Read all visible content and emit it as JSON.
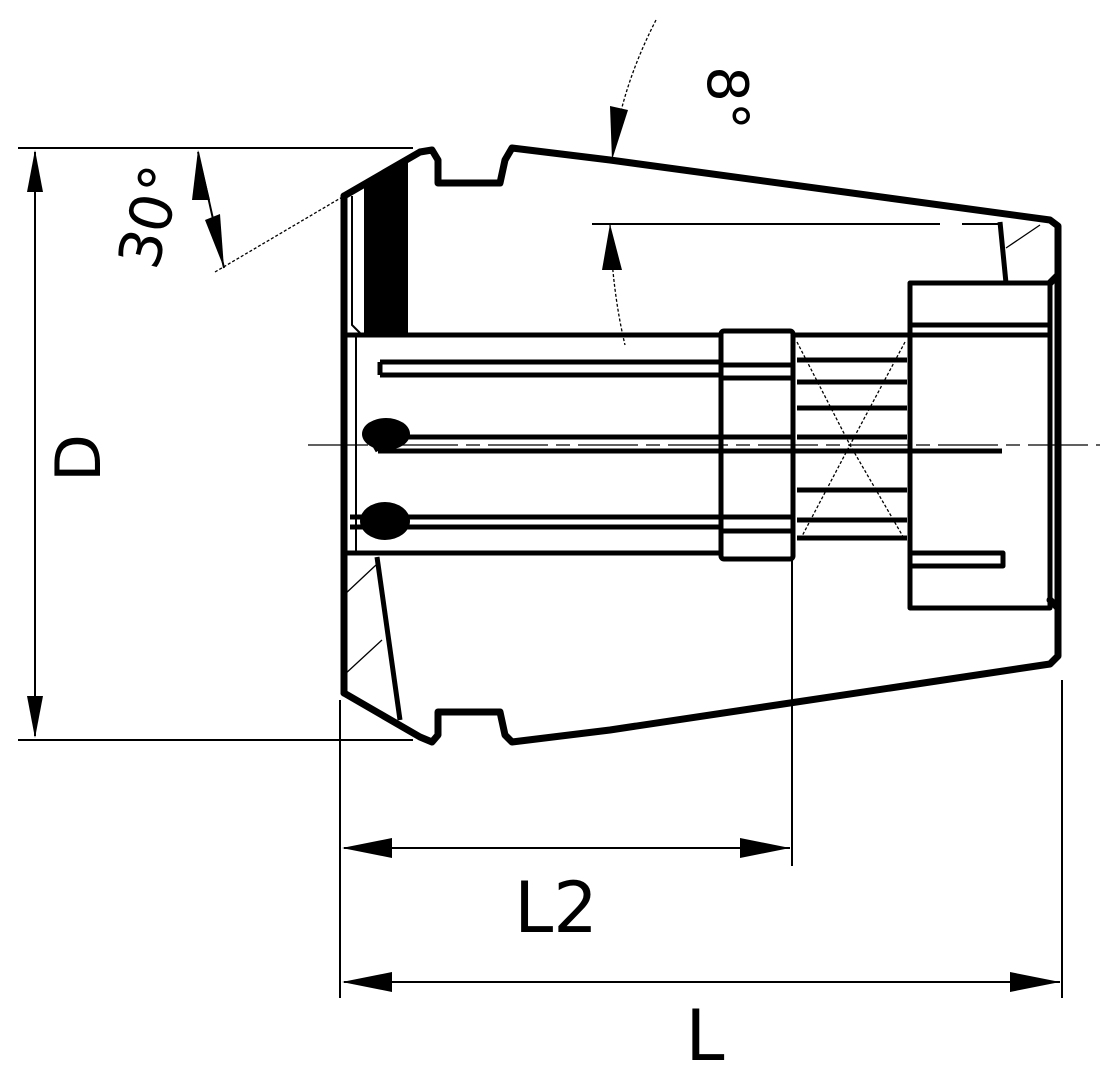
{
  "drawing": {
    "subject": "ER collet cross-section",
    "colors": {
      "line": "#000000",
      "background": "#ffffff"
    },
    "dimensions": {
      "diameter": {
        "label": "D"
      },
      "short_length": {
        "label": "L2"
      },
      "overall_length": {
        "label": "L"
      },
      "front_angle": {
        "label": "30°"
      },
      "taper_angle": {
        "label": "8°"
      }
    }
  }
}
